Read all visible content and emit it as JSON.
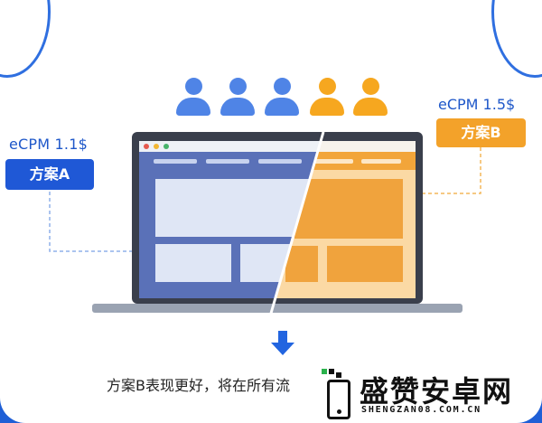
{
  "variant_a": {
    "price_label": "eCPM 1.1$",
    "badge_label": "方案A"
  },
  "variant_b": {
    "price_label": "eCPM 1.5$",
    "badge_label": "方案B"
  },
  "caption": "方案B表现更好，将在所有流",
  "watermark": {
    "title": "盛赞安卓网",
    "url": "SHENGZAN08.COM.CN"
  },
  "colors": {
    "blue_accent": "#1f58d6",
    "orange_accent": "#f3a22a",
    "user_blue": "#4f84e6",
    "user_orange": "#f6a71f"
  },
  "icons": [
    "user-icon",
    "laptop-icon",
    "arrow-down-icon",
    "phone-icon"
  ]
}
